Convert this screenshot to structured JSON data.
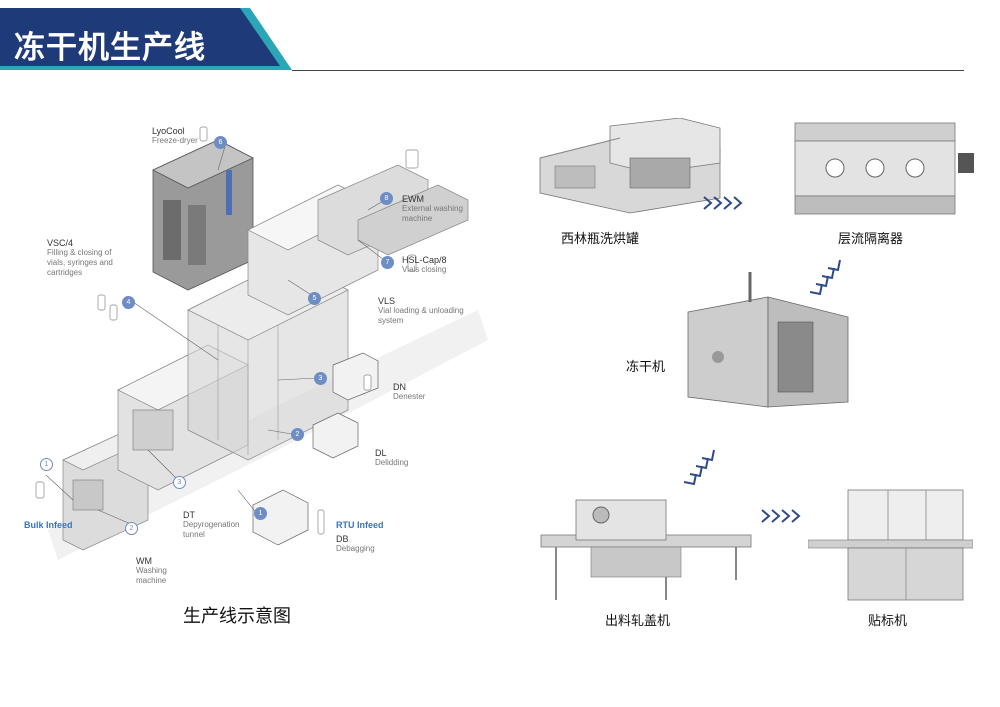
{
  "header": {
    "title": "冻干机生产线",
    "banner_color": "#1f3a78",
    "accent_color": "#2ba6b6"
  },
  "diagram": {
    "caption": "生产线示意图",
    "steps": [
      {
        "num": "1",
        "code": "Bulk Infeed",
        "desc": ""
      },
      {
        "num": "2",
        "code": "WM",
        "desc": "Washing machine"
      },
      {
        "num": "3",
        "code": "DT",
        "desc": "Depyrogenation tunnel"
      },
      {
        "num": "1",
        "code": "RTU Infeed",
        "desc": ""
      },
      {
        "num": "1",
        "code": "DB",
        "desc": "Debagging"
      },
      {
        "num": "2",
        "code": "DL",
        "desc": "Delidding"
      },
      {
        "num": "3",
        "code": "DN",
        "desc": "Denester"
      },
      {
        "num": "4",
        "code": "VSC/4",
        "desc": "Filling & closing of vials, syringes and cartridges"
      },
      {
        "num": "5",
        "code": "VLS",
        "desc": "Vial loading & unloading system"
      },
      {
        "num": "6",
        "code": "LyoCool",
        "desc": "Freeze-dryer"
      },
      {
        "num": "7",
        "code": "HSL-Cap/8",
        "desc": "Vials closing"
      },
      {
        "num": "8",
        "code": "EWM",
        "desc": "External washing machine"
      }
    ]
  },
  "flow": {
    "machines": [
      {
        "label": "西林瓶洗烘罐"
      },
      {
        "label": "层流隔离器"
      },
      {
        "label": "冻干机"
      },
      {
        "label": "出料轧盖机"
      },
      {
        "label": "贴标机"
      }
    ],
    "arrow_color": "#2f4a8a"
  }
}
